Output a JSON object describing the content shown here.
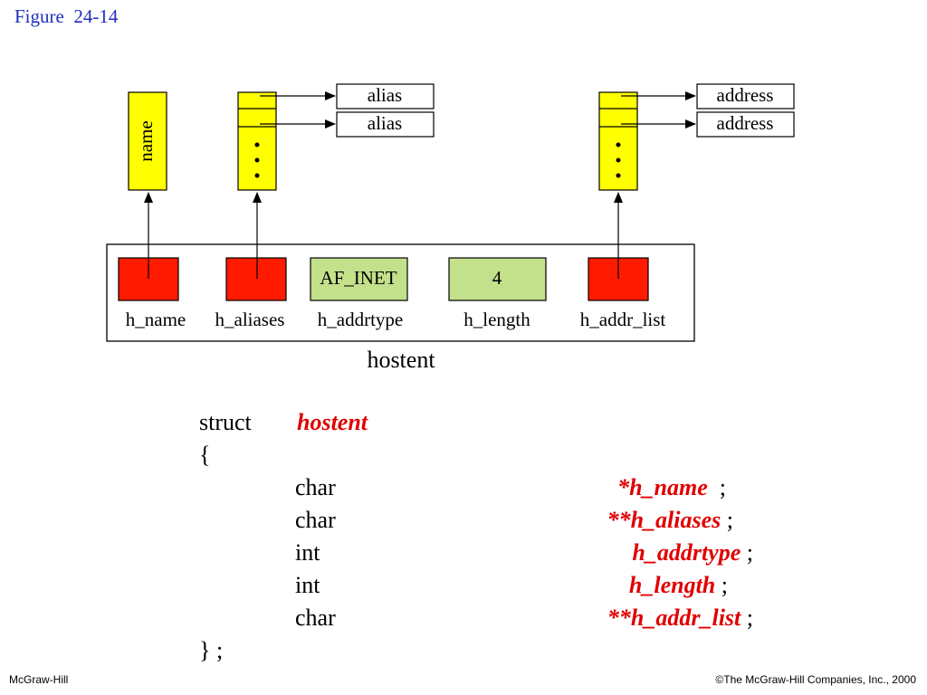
{
  "title": "Figure  24-14",
  "diagram": {
    "pointed_name": "name",
    "aliases": [
      "alias",
      "alias"
    ],
    "addresses": [
      "address",
      "address"
    ],
    "fields": [
      {
        "label": "h_name",
        "value": "",
        "kind": "pointer"
      },
      {
        "label": "h_aliases",
        "value": "",
        "kind": "pointer"
      },
      {
        "label": "h_addrtype",
        "value": "AF_INET",
        "kind": "value"
      },
      {
        "label": "h_length",
        "value": "4",
        "kind": "value"
      },
      {
        "label": "h_addr_list",
        "value": "",
        "kind": "pointer"
      }
    ],
    "struct_caption": "hostent"
  },
  "code": {
    "keyword": "struct",
    "name": "hostent",
    "open": "{",
    "members": [
      {
        "type": "char",
        "prefix": "*",
        "name": "h_name",
        "suffix": "  ;"
      },
      {
        "type": "char",
        "prefix": "**",
        "name": "h_aliases",
        "suffix": " ;"
      },
      {
        "type": "int",
        "prefix": "",
        "name": "h_addrtype",
        "suffix": " ;"
      },
      {
        "type": "int",
        "prefix": "",
        "name": "h_length",
        "suffix": " ;"
      },
      {
        "type": "char",
        "prefix": "**",
        "name": "h_addr_list",
        "suffix": " ;"
      }
    ],
    "close": "} ;"
  },
  "footer": {
    "left": "McGraw-Hill",
    "right": "©The McGraw-Hill Companies, Inc., 2000"
  },
  "colors": {
    "title": "#1f2fbf",
    "pointer_fill": "#ff1a00",
    "value_fill": "#c3e08a",
    "yellow_fill": "#ffff00",
    "emphasis": "#e00000"
  }
}
